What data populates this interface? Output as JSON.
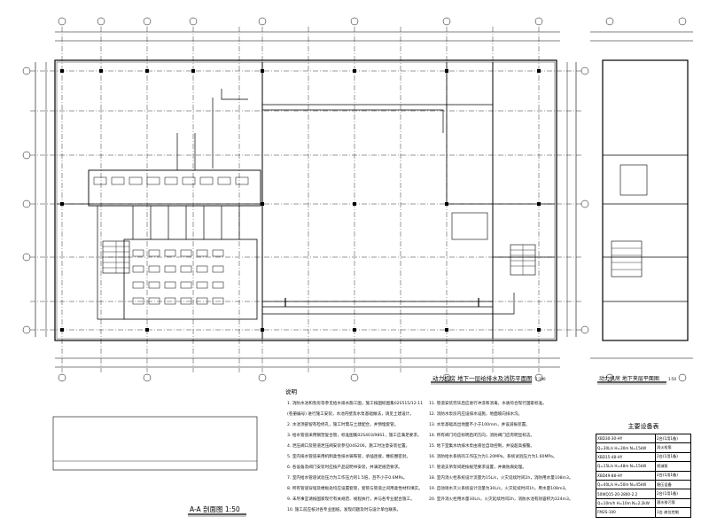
{
  "drawing": {
    "main_plan_title": "动力机房 地下一层给排水及消防平面图",
    "main_plan_scale": "1:100",
    "side_plan_title": "动力机房 地下夹层平面图",
    "side_plan_scale": "1:50",
    "section_title": "A-A 剖面图 1:50",
    "notes_title": "说明"
  },
  "notes": [
    "1. 消防水池和泵房等参见给水排水施工图，施工按国标图集02S515/12-11",
    "(卷册编号) 进行施工安装，水池内壁及水泵基础做法，请见土建设计。",
    "2. 水池顶部留有检修孔，施工时需与土建配合，并预埋套管。",
    "3. 给水管道采用钢塑复合管，标准图集02S403/98S1，施工应满足要求。",
    "4. 泄压阀口及管道泄压阀安装参见04S206，施工时注意安装位置。",
    "5. 室内排水管道采用机制柔性排水铸铁管，承插连接，橡胶圈密封。",
    "6. 各设备及阀门安装时应按产品说明书安装，并满足规范要求。",
    "7. 室内给水管道试验压力为工作压力的1.5倍，且不小于0.6MPa。",
    "8. 所有管道穿墙及楼板处均应设置套管，套管与管道之间用柔性材料填实。",
    "9. 未尽事宜请按国家现行有关规范、规程执行，并与各专业配合施工。",
    "10. 施工前应核对各专业图纸，发现问题及时与设计单位联系。",
    "11. 管道安装完毕后应进行冲洗和消毒，水质符合现行国家标准。",
    "12. 消防水泵房内应设排水设施，地面坡向排水沟。",
    "13. 水泵基础高出地面不小于100mm，并设减振装置。",
    "14. 所有阀门均应标明启闭方向，消防阀门应有明显标志。",
    "15. 地下室集水坑排水泵由液位自动控制，并设超高报警。",
    "16. 消防给水系统的工作压力为1.20MPa，系统试验压力为1.60MPa。",
    "17. 管道支吊架间距按规范要求设置，并做防腐处理。",
    "18. 室内消火栓系统设计流量为15L/s，火灾延续时间2h，消防用水量108m3。",
    "19. 自动喷水灭火系统设计流量为30L/s，火灾延续时间1h，用水量108m3。",
    "20. 室外消火栓用水量30L/s，火灾延续时间2h，消防水池有效容积为324m3。"
  ],
  "equipment_table": {
    "title": "主要设备表",
    "rows": [
      [
        "XBD30-30-HY",
        "2台(1用1备)"
      ],
      [
        "Q=30L/s H=30m N=15kW",
        "消火栓泵"
      ],
      [
        "XBD15-48-HY",
        "2台(1用1备)"
      ],
      [
        "Q=15L/s H=48m N=15kW",
        "喷淋泵"
      ],
      [
        "XBD49-88-HY",
        "2台(1用1备)"
      ],
      [
        "Q=40L/s H=50m N=45kW",
        "稳压设备"
      ],
      [
        "50WQ15-20-2800-2.2",
        "2台(1用1备)"
      ],
      [
        "Q=10m/h H=10m N=2.2kW",
        "潜水排污泵"
      ],
      [
        "FM2S-100",
        "1台 液位控制"
      ]
    ]
  }
}
